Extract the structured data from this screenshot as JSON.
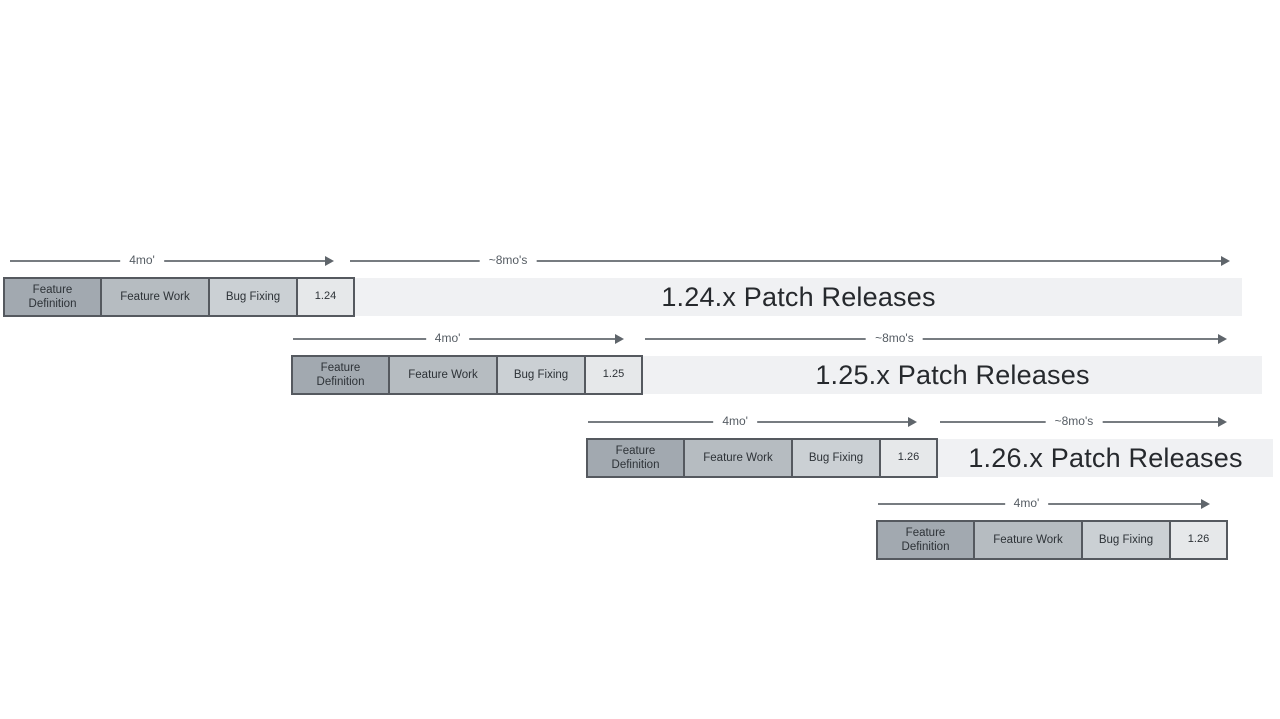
{
  "diagram": {
    "labels": {
      "dev_duration": "4mo'",
      "patch_duration": "~8mo's"
    },
    "rows": [
      {
        "phases": [
          "Feature Definition",
          "Feature Work",
          "Bug Fixing"
        ],
        "version": "1.24",
        "dev_duration": "4mo'",
        "patch_duration": "~8mo's",
        "patch_label": "1.24.x Patch Releases"
      },
      {
        "phases": [
          "Feature Definition",
          "Feature Work",
          "Bug Fixing"
        ],
        "version": "1.25",
        "dev_duration": "4mo'",
        "patch_duration": "~8mo's",
        "patch_label": "1.25.x Patch Releases"
      },
      {
        "phases": [
          "Feature Definition",
          "Feature Work",
          "Bug Fixing"
        ],
        "version": "1.26",
        "dev_duration": "4mo'",
        "patch_duration": "~8mo's",
        "patch_label": "1.26.x Patch Releases"
      },
      {
        "phases": [
          "Feature Definition",
          "Feature Work",
          "Bug Fixing"
        ],
        "version": "1.26",
        "dev_duration": "4mo'"
      }
    ],
    "colors": {
      "feature_definition": "#a2a9b0",
      "feature_work": "#b6bcc1",
      "bug_fixing": "#cbd0d4",
      "version_box": "#e6e8ea",
      "patch_bar": "#f0f1f3",
      "border": "#55595f",
      "arrow": "#5f656b",
      "label_text": "#555c63",
      "box_text": "#2d3237",
      "patch_text": "#26292d"
    }
  }
}
